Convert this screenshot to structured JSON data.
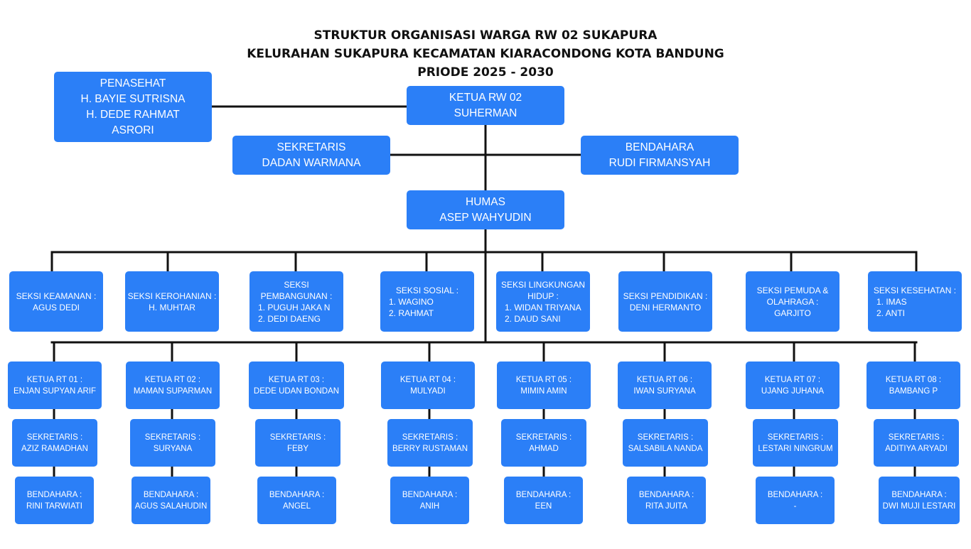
{
  "header": {
    "line1": "STRUKTUR ORGANISASI WARGA RW 02 SUKAPURA",
    "line2": "KELURAHAN SUKAPURA KECAMATAN KIARACONDONG KOTA BANDUNG",
    "line3": "PRIODE 2025 - 2030"
  },
  "colors": {
    "box": "#2b7ff7",
    "line": "#111111",
    "text": "#ffffff"
  },
  "top": {
    "penasehat": {
      "role": "PENASEHAT",
      "members": [
        "H. BAYIE SUTRISNA",
        "H. DEDE RAHMAT",
        "ASRORI"
      ]
    },
    "ketua": {
      "role": "KETUA RW 02",
      "name": "SUHERMAN"
    },
    "sekretaris": {
      "role": "SEKRETARIS",
      "name": "DADAN WARMANA"
    },
    "bendahara": {
      "role": "BENDAHARA",
      "name": "RUDI FIRMANSYAH"
    },
    "humas": {
      "role": "HUMAS",
      "name": "ASEP WAHYUDIN"
    }
  },
  "seksi": [
    {
      "title": [
        "SEKSI KEAMANAN :"
      ],
      "members": [
        "AGUS DEDI"
      ]
    },
    {
      "title": [
        "SEKSI KEROHANIAN :"
      ],
      "members": [
        "H. MUHTAR"
      ]
    },
    {
      "title": [
        "SEKSI",
        "PEMBANGUNAN :"
      ],
      "list": [
        "1. PUGUH JAKA N",
        "2. DEDI DAENG"
      ]
    },
    {
      "title": [
        "SEKSI SOSIAL :"
      ],
      "list": [
        "1. WAGINO",
        "2. RAHMAT"
      ]
    },
    {
      "title": [
        "SEKSI LINGKUNGAN",
        "HIDUP :"
      ],
      "list": [
        "1. WIDAN TRIYANA",
        "2. DAUD SANI"
      ]
    },
    {
      "title": [
        "SEKSI PENDIDIKAN :"
      ],
      "members": [
        "DENI HERMANTO"
      ]
    },
    {
      "title": [
        "SEKSI PEMUDA &",
        "OLAHRAGA :"
      ],
      "members": [
        "GARJITO"
      ]
    },
    {
      "title": [
        "SEKSI KESEHATAN :"
      ],
      "list": [
        "1. IMAS",
        "2. ANTI"
      ]
    }
  ],
  "rt": [
    {
      "ketua_label": "KETUA RT 01 :",
      "ketua": "ENJAN SUPYAN ARIF",
      "sekretaris_label": "SEKRETARIS :",
      "sekretaris": "AZIZ RAMADHAN",
      "bendahara_label": "BENDAHARA :",
      "bendahara": "RINI TARWIATI"
    },
    {
      "ketua_label": "KETUA RT 02 :",
      "ketua": "MAMAN SUPARMAN",
      "sekretaris_label": "SEKRETARIS :",
      "sekretaris": "SURYANA",
      "bendahara_label": "BENDAHARA :",
      "bendahara": "AGUS SALAHUDIN"
    },
    {
      "ketua_label": "KETUA RT 03 :",
      "ketua": "DEDE UDAN BONDAN",
      "sekretaris_label": "SEKRETARIS :",
      "sekretaris": "FEBY",
      "bendahara_label": "BENDAHARA :",
      "bendahara": "ANGEL"
    },
    {
      "ketua_label": "KETUA RT 04 :",
      "ketua": "MULYADI",
      "sekretaris_label": "SEKRETARIS :",
      "sekretaris": "BERRY RUSTAMAN",
      "bendahara_label": "BENDAHARA :",
      "bendahara": "ANIH"
    },
    {
      "ketua_label": "KETUA RT 05 :",
      "ketua": "MIMIN AMIN",
      "sekretaris_label": "SEKRETARIS :",
      "sekretaris": "AHMAD",
      "bendahara_label": "BENDAHARA :",
      "bendahara": "EEN"
    },
    {
      "ketua_label": "KETUA RT 06 :",
      "ketua": "IWAN SURYANA",
      "sekretaris_label": "SEKRETARIS :",
      "sekretaris": "SALSABILA NANDA",
      "bendahara_label": "BENDAHARA :",
      "bendahara": "RITA JUITA"
    },
    {
      "ketua_label": "KETUA RT 07 :",
      "ketua": "UJANG JUHANA",
      "sekretaris_label": "SEKRETARIS :",
      "sekretaris": "LESTARI NINGRUM",
      "bendahara_label": "BENDAHARA :",
      "bendahara": "-"
    },
    {
      "ketua_label": "KETUA RT 08 :",
      "ketua": "BAMBANG P",
      "sekretaris_label": "SEKRETARIS :",
      "sekretaris": "ADITIYA ARYADI",
      "bendahara_label": "BENDAHARA :",
      "bendahara": "DWI MUJI LESTARI"
    }
  ]
}
